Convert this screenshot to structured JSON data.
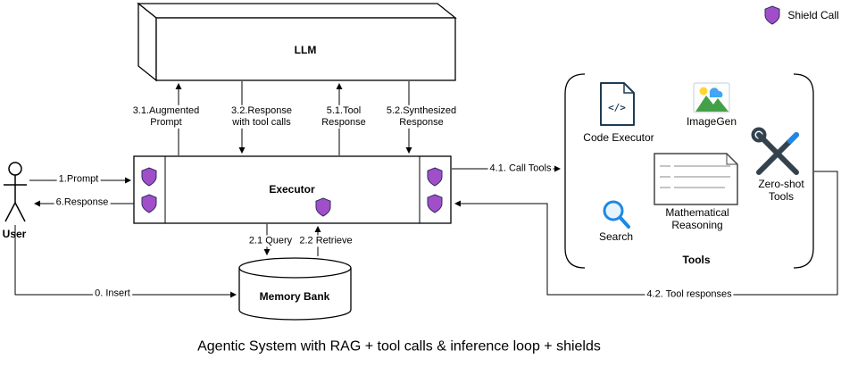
{
  "title": "Agentic System with RAG + tool calls & inference loop + shields",
  "legend": {
    "shield_label": "Shield Call"
  },
  "colors": {
    "shield_fill": "#a14fc9",
    "shield_stroke": "#2e2c5e",
    "search_blue": "#1e88e5",
    "imagegen_green": "#43a047",
    "icon_dark": "#33424d"
  },
  "nodes": {
    "user": {
      "label": "User"
    },
    "llm": {
      "label": "LLM"
    },
    "executor": {
      "label": "Executor"
    },
    "memory_bank": {
      "label": "Memory Bank"
    },
    "tools": {
      "group_label": "Tools",
      "code_executor": {
        "label": "Code Executor",
        "glyph": "</>"
      },
      "imagegen": {
        "label": "ImageGen"
      },
      "search": {
        "label": "Search"
      },
      "math_reasoning": {
        "label": "Mathematical\nReasoning"
      },
      "zero_shot": {
        "label": "Zero-shot\nTools"
      }
    }
  },
  "edges": {
    "insert": "0. Insert",
    "prompt": "1.Prompt",
    "query": "2.1 Query",
    "retrieve": "2.2 Retrieve",
    "augmented_prompt": "3.1.Augmented\nPrompt",
    "response_with_tool_calls": "3.2.Response\nwith tool calls",
    "call_tools": "4.1. Call Tools",
    "tool_responses": "4.2. Tool responses",
    "tool_response": "5.1.Tool\nResponse",
    "synthesized_response": "5.2.Synthesized\nResponse",
    "response": "6.Response"
  }
}
